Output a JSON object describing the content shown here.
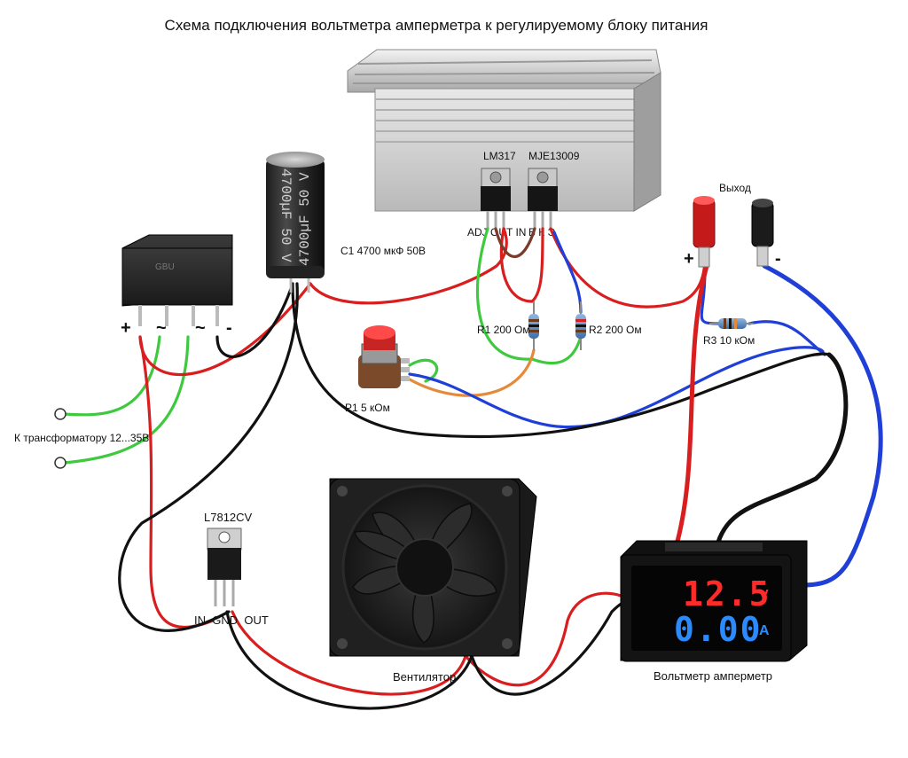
{
  "title": "Схема подключения вольтметра амперметра к регулируемому блоку питания",
  "labels": {
    "lm317": "LM317",
    "mje": "MJE13009",
    "pins_left": "ADJ OUT IN",
    "pins_right": "Б  К  Э",
    "c1": "C1 4700 мкФ 50В",
    "cap_text_a": "4700µF  50 V",
    "cap_text_b": "4700µF  50 V",
    "r1": "R1 200 Ом",
    "r2": "R2 200 Ом",
    "r3": "R3 10 кОм",
    "p1": "P1 5 кОм",
    "transformer": "К трансформатору 12...35В",
    "l7812": "L7812CV",
    "l7812_pins": "IN  GND  OUT",
    "fan": "Вентилятор",
    "meter": "Вольтметр амперметр",
    "output": "Выход",
    "bridge_plus": "+",
    "bridge_ac1": "~",
    "bridge_ac2": "~",
    "bridge_minus": "-",
    "out_plus": "+",
    "out_minus": "-",
    "meter_voltage": "12.5",
    "meter_current": "0.00",
    "meter_v_unit": "V",
    "meter_a_unit": "A"
  },
  "colors": {
    "red_wire": "#d81e1e",
    "black_wire": "#111111",
    "green_wire": "#3ec93e",
    "blue_wire": "#1f3fd6",
    "brown_wire": "#7a3b2a",
    "orange_wire": "#e58a3a",
    "voltage_digits": "#ff2a2a",
    "current_digits": "#2a8bff"
  }
}
